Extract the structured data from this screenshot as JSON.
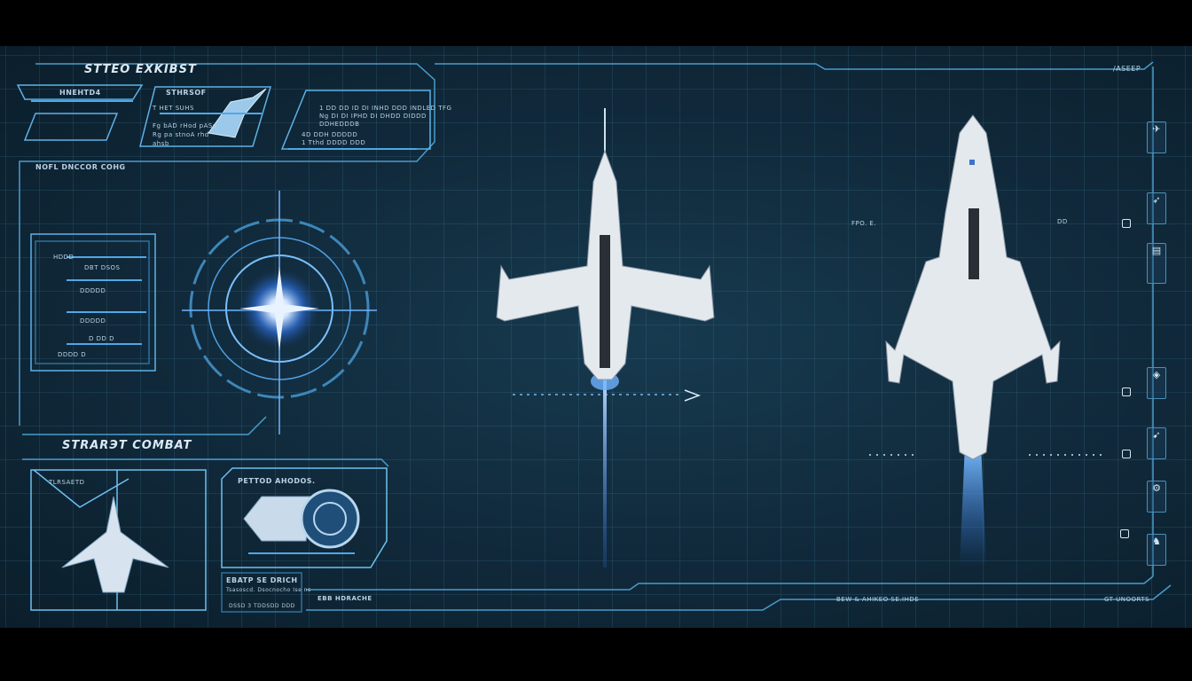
{
  "header": {
    "title": "STTEO EXKIBST",
    "top_right_label": "/ASEEP"
  },
  "top_panel": {
    "card1_label": "HNEHTD4",
    "card2_label": "STHRSOF",
    "card2_sub": "T HET SUHS",
    "card2_lines": [
      "Fg bAD rHod pASo",
      "Rg pa stnoA rhd",
      "ahsb"
    ],
    "card3_lines": [
      "1 DD DD ID DI INHD DDD INDLED TFG",
      "Ng DI DI IPHD DI DHDD DIDDD",
      "DDHEDDDB",
      "4D DDH DDDDD",
      "1 Tthd DDDD DDD"
    ],
    "status_label": "NOFL DNCCOR COHG"
  },
  "left_panel": {
    "rows": [
      "HDDD",
      "DBT DSOS",
      "DDDDD",
      "DDDDD",
      "D DD D",
      "DDDD D"
    ]
  },
  "combat": {
    "title": "STRARЭT COMBAT",
    "ship_card_label": "TLRSAETD",
    "module_card_label": "PETTOD AHODOS.",
    "caption": "EBATP SE DRICH",
    "caption_sub": "Tsasoscd. Dsocnocho Ise ns",
    "caption_sub2": "DSSD 3 TDDSDD DDD"
  },
  "footer": {
    "left_label": "EBB HDRACHE",
    "center_label": "BEW & AHIKEO SE.IHDE",
    "right_label": "GT UNOORTS"
  },
  "readouts": {
    "r1": "FPO. E.",
    "r2": "DD"
  },
  "sidebar": {
    "icons": [
      "ship-icon",
      "fighter-icon",
      "module-icon",
      "shield-icon",
      "drone-icon",
      "turret-icon",
      "mech-icon"
    ]
  },
  "colors": {
    "accent": "#4fa8e8",
    "glow": "#6fb4ff",
    "background": "#10293a"
  }
}
